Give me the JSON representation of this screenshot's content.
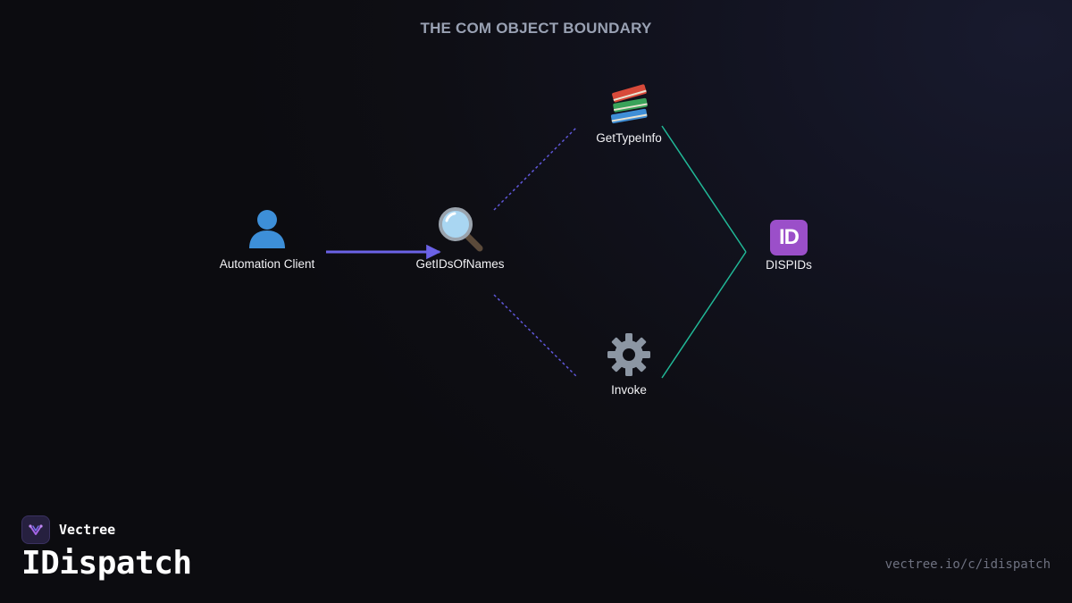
{
  "diagram": {
    "title": "THE COM OBJECT BOUNDARY",
    "nodes": {
      "client": {
        "label": "Automation Client",
        "icon": "person-icon"
      },
      "getidsofnames": {
        "label": "GetIDsOfNames",
        "icon": "magnifier-icon"
      },
      "gettypeinfo": {
        "label": "GetTypeInfo",
        "icon": "books-icon"
      },
      "invoke": {
        "label": "Invoke",
        "icon": "gear-icon"
      },
      "dispids": {
        "label": "DISPIDs",
        "icon": "id-badge-icon",
        "badge_text": "ID"
      }
    },
    "colors": {
      "arrow": "#6b62e6",
      "dotted": "#5f57d9",
      "teal": "#21b897",
      "badge": "#9b4fc9"
    }
  },
  "footer": {
    "brand_name": "Vectree",
    "headline": "IDispatch",
    "url": "vectree.io/c/idispatch"
  }
}
